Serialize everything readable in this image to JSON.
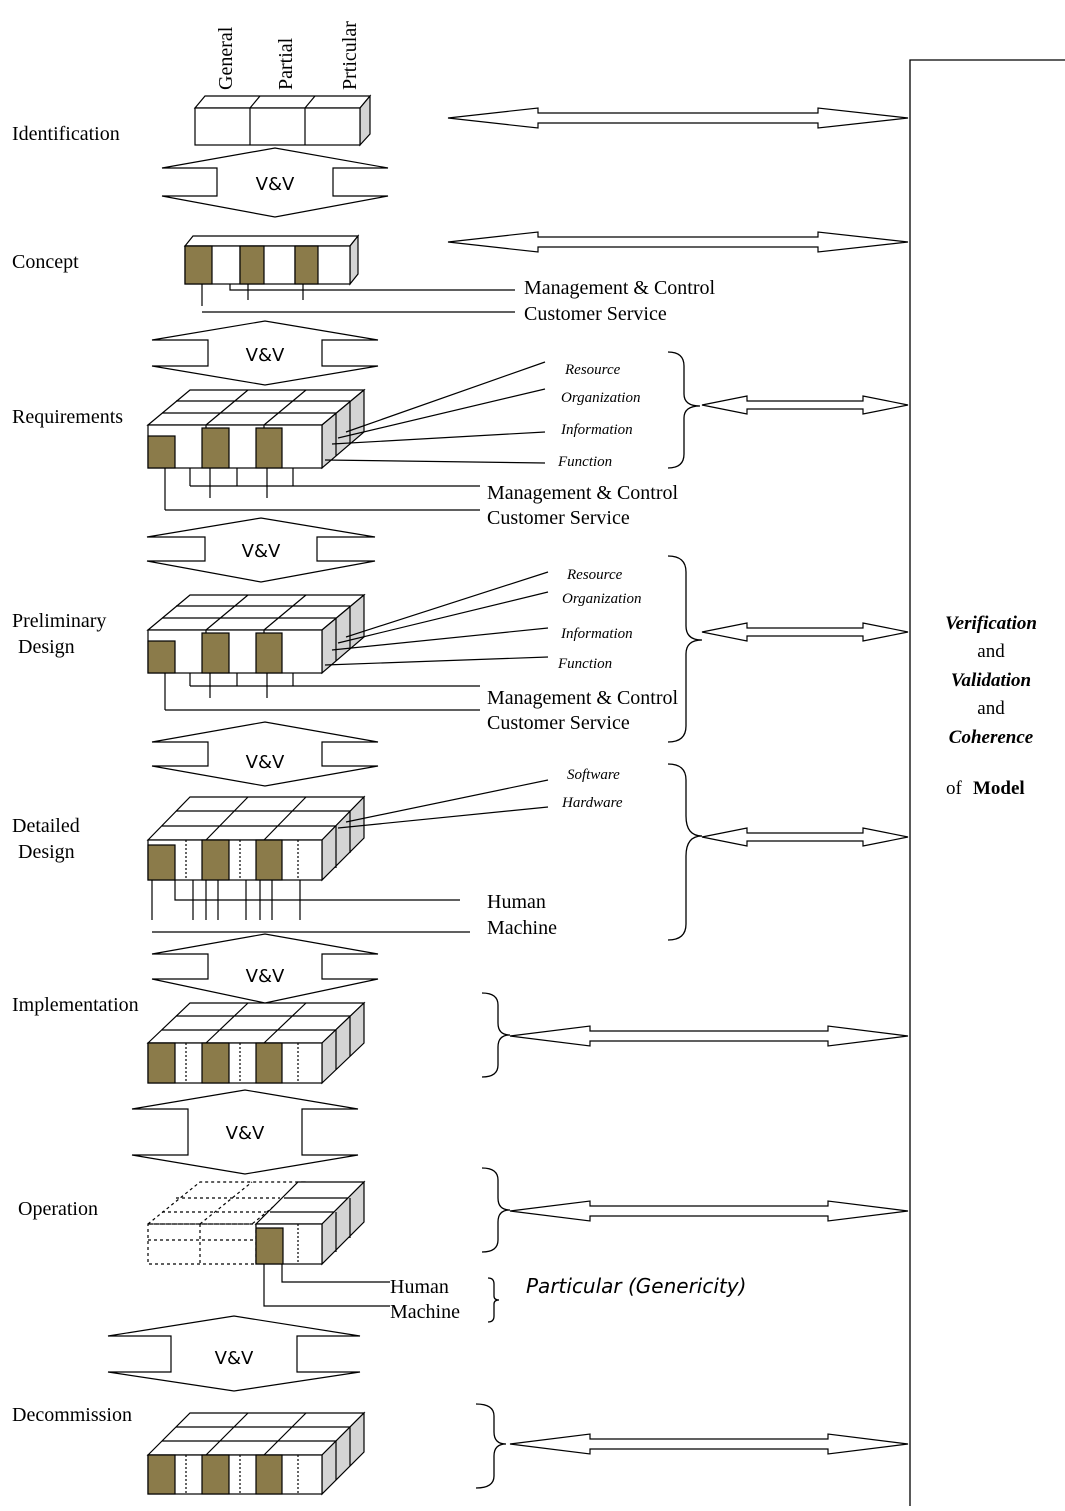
{
  "columns": [
    "General",
    "Partial",
    "Prticular"
  ],
  "stages": {
    "identification": "Identification",
    "concept": "Concept",
    "requirements": "Requirements",
    "preliminary_design_1": "Preliminary",
    "preliminary_design_2": "Design",
    "detailed_design_1": "Detailed",
    "detailed_design_2": "Design",
    "implementation": "Implementation",
    "operation": "Operation",
    "decommission": "Decommission"
  },
  "vv_label": "V&V",
  "views": {
    "management_control": "Management & Control",
    "customer_service": "Customer Service",
    "resource": "Resource",
    "organization": "Organization",
    "information": "Information",
    "function": "Function",
    "software": "Software",
    "hardware": "Hardware",
    "human": "Human",
    "machine": "Machine"
  },
  "genericity_note": "Particular (Genericity)",
  "side_label": {
    "verification": "Verification",
    "and1": "and",
    "validation": "Validation",
    "and2": "and",
    "coherence": "Coherence",
    "of": "of",
    "model": "Model"
  },
  "colors": {
    "shaded_cell": "#8b7b4a",
    "cube_side": "#d4d4d4",
    "line": "#000000"
  }
}
